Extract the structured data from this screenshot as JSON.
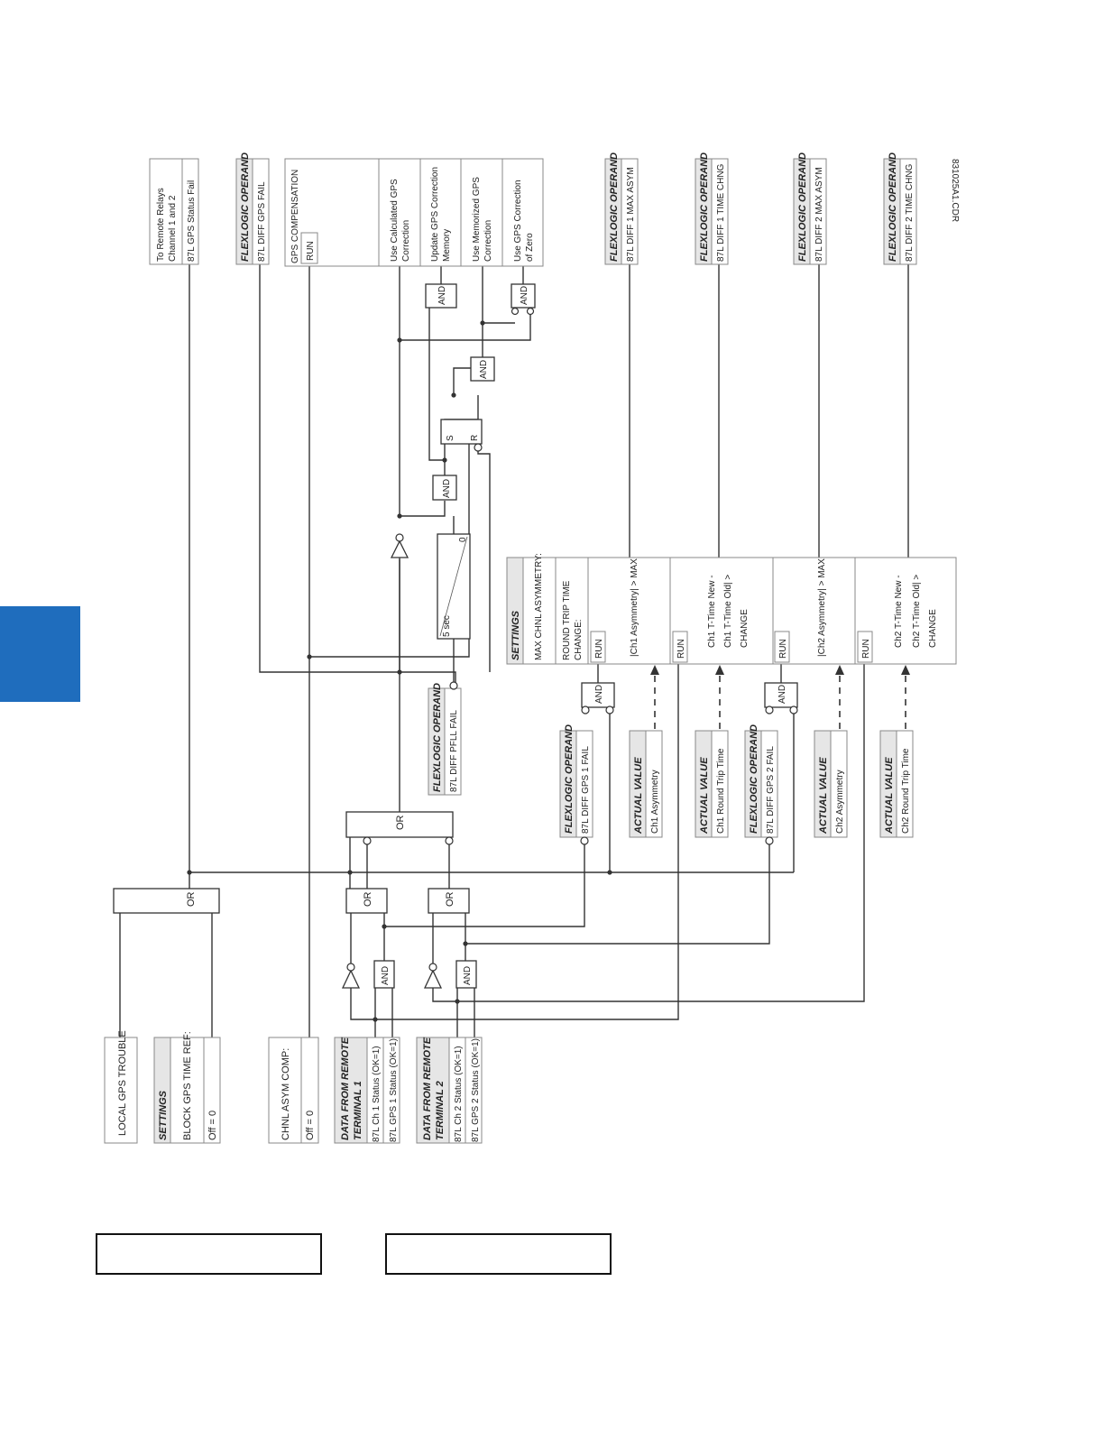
{
  "figure_id": "831025A1.CDR",
  "side_tab_color": "#1f6dbd",
  "left": {
    "local_gps_trouble": "LOCAL GPS TROUBLE",
    "block_settings": {
      "header": "SETTINGS",
      "name": "BLOCK GPS TIME REF:",
      "value": "Off = 0"
    },
    "chnl_asym": {
      "name": "CHNL ASYM COMP:",
      "value": "Off = 0"
    },
    "terminal1": {
      "header": "DATA FROM REMOTE TERMINAL 1",
      "status1": "87L Ch 1 Status (OK=1)",
      "status2": "87L GPS 1 Status (OK=1)"
    },
    "terminal2": {
      "header": "DATA FROM REMOTE TERMINAL 2",
      "status1": "87L Ch 2 Status (OK=1)",
      "status2": "87L GPS 2 Status (OK=1)"
    }
  },
  "gates": {
    "or": "OR",
    "and": "AND",
    "set": "S",
    "reset": "R"
  },
  "timer": {
    "pickup": "5 sec",
    "dropout": "0"
  },
  "pfll": {
    "header": "FLEXLOGIC OPERAND",
    "value": "87L DIFF PFLL FAIL"
  },
  "gps1fail": {
    "header": "FLEXLOGIC OPERAND",
    "value": "87L DIFF GPS 1 FAIL"
  },
  "gps2fail": {
    "header": "FLEXLOGIC OPERAND",
    "value": "87L DIFF GPS 2 FAIL"
  },
  "actuals": [
    {
      "header": "ACTUAL VALUE",
      "value": "Ch1 Asymmetry"
    },
    {
      "header": "ACTUAL VALUE",
      "value": "Ch1 Round Trip Time"
    },
    {
      "header": "ACTUAL VALUE",
      "value": "Ch2 Asymmetry"
    },
    {
      "header": "ACTUAL VALUE",
      "value": "Ch2 Round Trip Time"
    }
  ],
  "settings_block": {
    "header": "SETTINGS",
    "max_asym": "MAX CHNL ASYMMETRY:",
    "rtt_change1": "ROUND TRIP TIME",
    "rtt_change2": "CHANGE:",
    "run": "RUN",
    "ch1_asym": "Ch1 Asymmetry",
    "max": "> MAX",
    "ch1_tt_a": "Ch1 T-Time New -",
    "ch1_tt_b": "Ch1 T-Time Old",
    "change": "CHANGE",
    "ch2_asym": "Ch2 Asymmetry",
    "ch2_tt_a": "Ch2 T-Time New -",
    "ch2_tt_b": "Ch2 T-Time Old"
  },
  "outputs": {
    "remote_relays_1": "To Remote Relays",
    "remote_relays_2": "Channel 1 and 2",
    "remote_relays_val": "87L GPS Status Fail",
    "flex_header": "FLEXLOGIC OPERAND",
    "gps_fail": "87L DIFF GPS FAIL",
    "gps_comp": "GPS COMPENSATION",
    "run": "RUN",
    "use_calc_1": "Use Calculated GPS",
    "use_calc_2": "Correction",
    "upd_mem_1": "Update GPS Correction",
    "upd_mem_2": "Memory",
    "use_mem_1": "Use Memorized GPS",
    "use_mem_2": "Correction",
    "use_zero_1": "Use GPS Correction",
    "use_zero_2": "of Zero",
    "diff1_asym": "87L DIFF 1 MAX ASYM",
    "diff1_time": "87L DIFF 1 TIME CHNG",
    "diff2_asym": "87L DIFF 2 MAX ASYM",
    "diff2_time": "87L DIFF 2 TIME CHNG"
  }
}
